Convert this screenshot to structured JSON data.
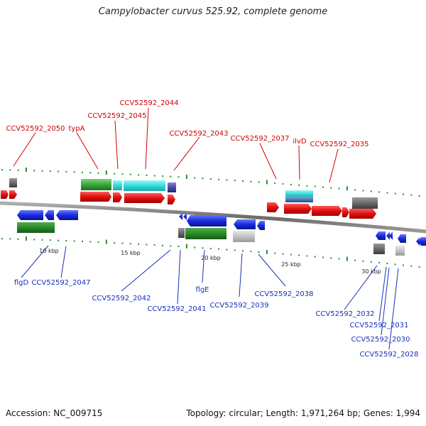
{
  "title": "Campylobacter curvus 525.92, complete genome",
  "footer": {
    "accession": "Accession: NC_009715",
    "summary": "Topology: circular; Length: 1,971,264 bp; Genes: 1,994"
  },
  "colors": {
    "forward_label": "#d40000",
    "reverse_label": "#1530b8",
    "cds": "#e01010",
    "cds_blue": "#1a2ae0",
    "gene_green": "#3aa83a",
    "gene_cyan": "#33dcdc",
    "gene_gray": "#6a6a6a",
    "tick": "#2e8b2e"
  },
  "scale_labels": [
    "10 kbp",
    "15 kbp",
    "20 kbp",
    "25 kbp",
    "30 kbp"
  ],
  "forward_gene_labels": [
    "CCV52592_2050",
    "typA",
    "CCV52592_2045",
    "CCV52592_2044",
    "CCV52592_2043",
    "CCV52592_2037",
    "ilvD",
    "CCV52592_2035"
  ],
  "reverse_gene_labels": [
    "flgD",
    "CCV52592_2047",
    "CCV52592_2042",
    "CCV52592_2041",
    "flgE",
    "CCV52592_2039",
    "CCV52592_2038",
    "CCV52592_2032",
    "CCV52592_2031",
    "CCV52592_2030",
    "CCV52592_2028"
  ]
}
